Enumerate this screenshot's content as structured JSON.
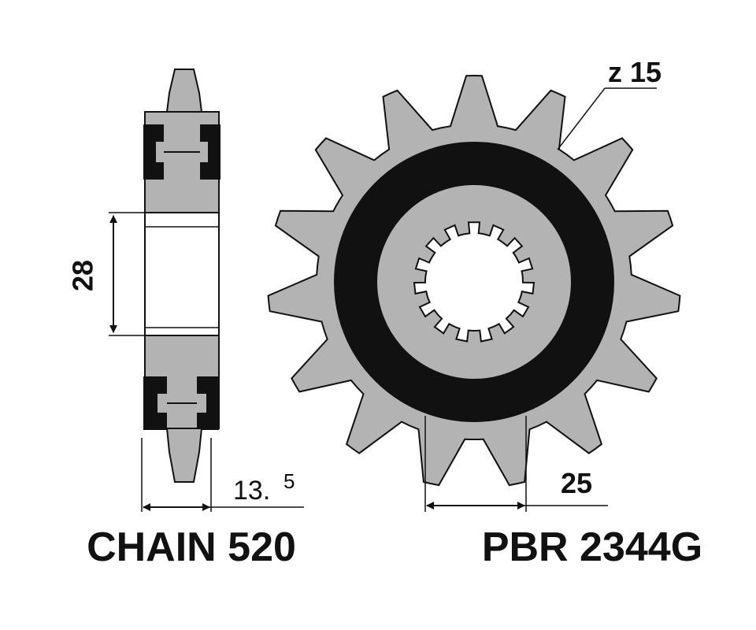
{
  "labels": {
    "teeth_count": "z 15",
    "hub_width_value": "28",
    "thickness_main": "13.",
    "thickness_sup": "5",
    "spline_diameter": "25",
    "chain_label": "CHAIN 520",
    "part_number": "PBR 2344G"
  },
  "sprocket": {
    "teeth": 15
  },
  "colors": {
    "body": "#b3b3b3",
    "ring": "#111111",
    "ink": "#111111",
    "background": "#ffffff"
  }
}
